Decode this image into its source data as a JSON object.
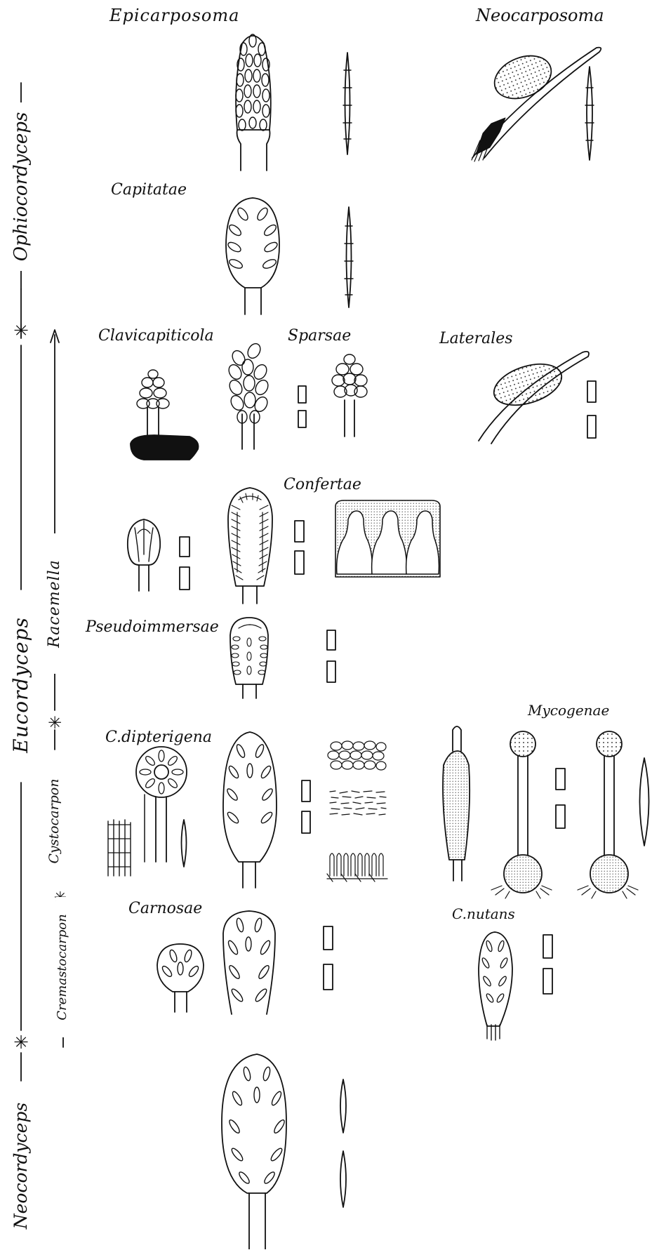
{
  "taxa": {
    "epicarposoma": "Epicarposoma",
    "neocarposoma": "Neocarposoma",
    "capitatae": "Capitatae",
    "clavicapiticola": "Clavicapiticola",
    "sparsae": "Sparsae",
    "laterales": "Laterales",
    "confertae": "Confertae",
    "pseudoimmersae": "Pseudoimmersae",
    "c_dipterigena": "C.dipterigena",
    "mycogenae": "Mycogenae",
    "carnosae": "Carnosae",
    "c_nutans": "C.nutans"
  },
  "subgenera": {
    "ophiocordyceps": "Ophiocordyceps",
    "eucordyceps": "Eucordyceps",
    "neocordyceps": "Neocordyceps"
  },
  "sections": {
    "racemella": "Racemella",
    "cystocarpon": "Cystocarpon",
    "cremastocarpon": "Cremastocarpon"
  }
}
